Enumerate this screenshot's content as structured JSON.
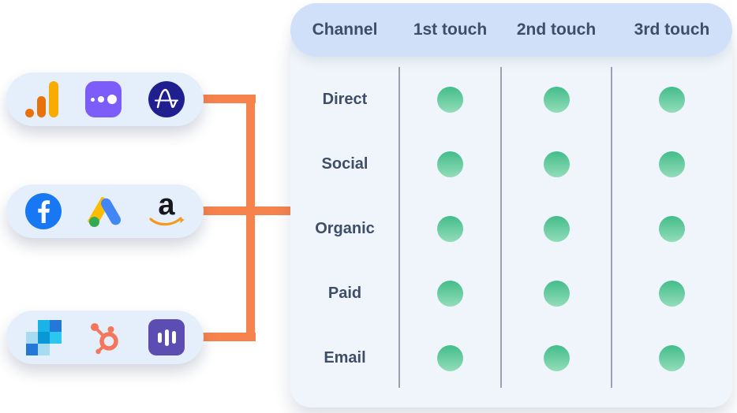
{
  "table": {
    "columns": [
      "Channel",
      "1st touch",
      "2nd touch",
      "3rd touch"
    ],
    "rows": [
      {
        "channel": "Direct",
        "touches": [
          true,
          true,
          true
        ]
      },
      {
        "channel": "Social",
        "touches": [
          true,
          true,
          true
        ]
      },
      {
        "channel": "Organic",
        "touches": [
          true,
          true,
          true
        ]
      },
      {
        "channel": "Paid",
        "touches": [
          true,
          true,
          true
        ]
      },
      {
        "channel": "Email",
        "touches": [
          true,
          true,
          true
        ]
      }
    ]
  },
  "integration_groups": [
    {
      "id": "group-analytics",
      "icons": [
        "google-analytics-icon",
        "three-dots-app-icon",
        "amplitude-icon"
      ]
    },
    {
      "id": "group-ad-platforms",
      "icons": [
        "facebook-icon",
        "google-ads-icon",
        "amazon-icon"
      ]
    },
    {
      "id": "group-marketing-tools",
      "icons": [
        "pixel-mosaic-icon",
        "hubspot-icon",
        "sound-bars-app-icon"
      ]
    }
  ],
  "colors": {
    "connector_orange": "#f6834c",
    "dot_green_top": "#43bc8a",
    "dot_green_bottom": "#93ddb9",
    "header_bg": "#cfe0f8",
    "table_body_bg": "#eff5fa",
    "pill_bg": "#e5effc",
    "text_dark": "#3e4d68"
  }
}
